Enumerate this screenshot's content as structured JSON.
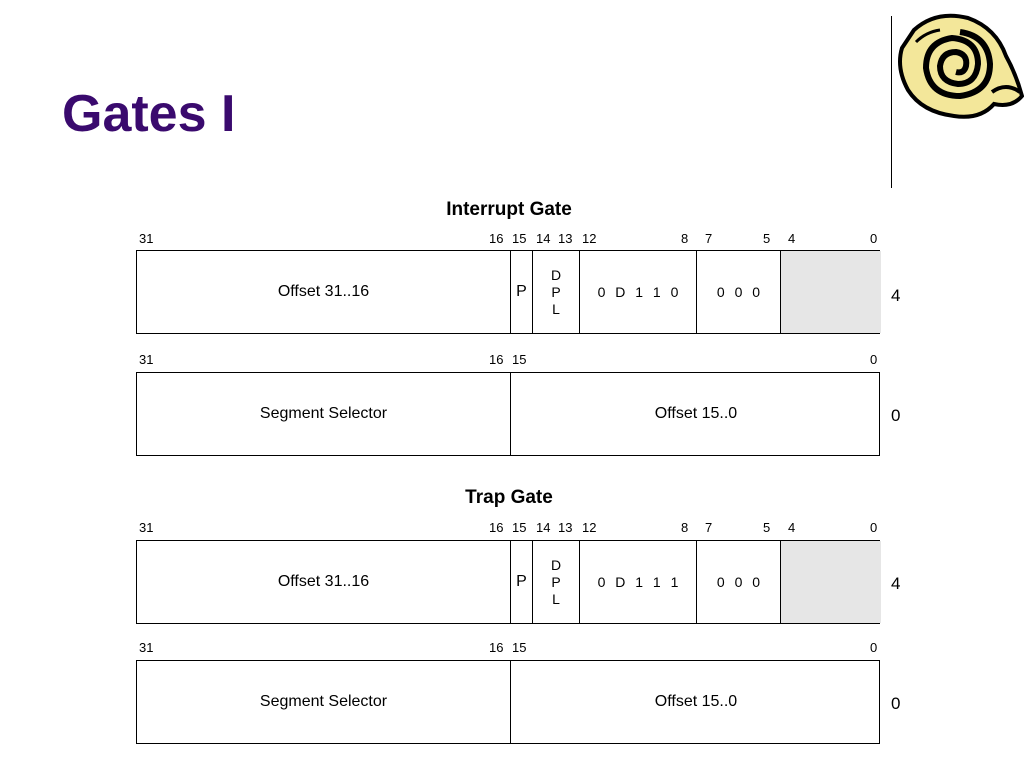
{
  "slide": {
    "title": "Gates I",
    "logo_icon": "scroll-logo-icon"
  },
  "interrupt_gate": {
    "title": "Interrupt Gate",
    "upper": {
      "bit_labels": [
        "31",
        "16",
        "15",
        "14",
        "13",
        "12",
        "8",
        "7",
        "5",
        "4",
        "0"
      ],
      "offset": "Offset 31..16",
      "p": "P",
      "dpl": [
        "D",
        "P",
        "L"
      ],
      "type_bits": "0 D 1 1 0",
      "zero_bits": "0 0 0",
      "side_label": "4"
    },
    "lower": {
      "bit_labels": [
        "31",
        "16",
        "15",
        "0"
      ],
      "segment": "Segment Selector",
      "offset": "Offset 15..0",
      "side_label": "0"
    }
  },
  "trap_gate": {
    "title": "Trap Gate",
    "upper": {
      "bit_labels": [
        "31",
        "16",
        "15",
        "14",
        "13",
        "12",
        "8",
        "7",
        "5",
        "4",
        "0"
      ],
      "offset": "Offset 31..16",
      "p": "P",
      "dpl": [
        "D",
        "P",
        "L"
      ],
      "type_bits": "0 D 1 1 1",
      "zero_bits": "0 0 0",
      "side_label": "4"
    },
    "lower": {
      "bit_labels": [
        "31",
        "16",
        "15",
        "0"
      ],
      "segment": "Segment Selector",
      "offset": "Offset 15..0",
      "side_label": "0"
    }
  }
}
